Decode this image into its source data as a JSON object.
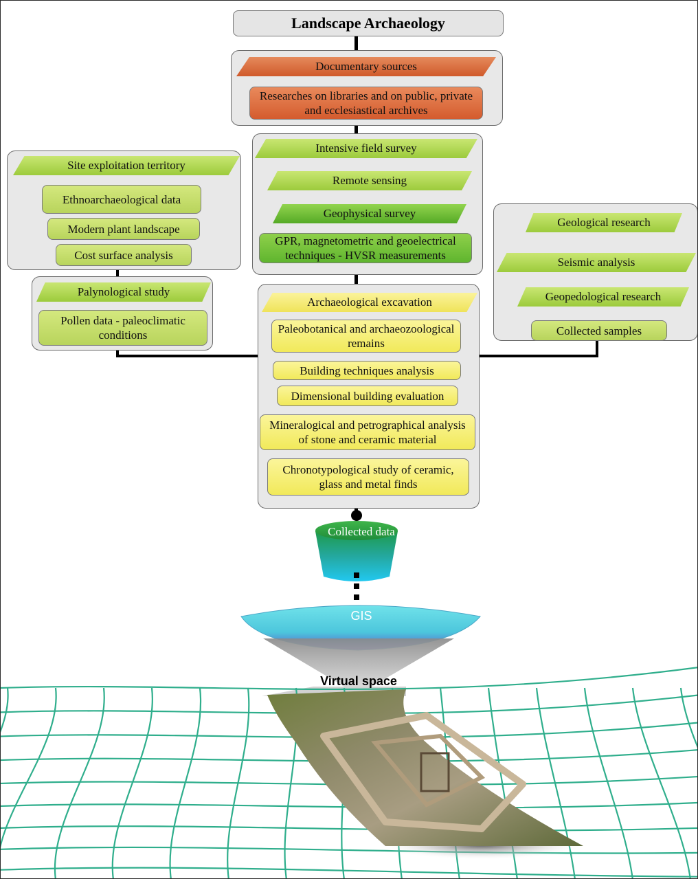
{
  "title": "Landscape Archaeology",
  "documentary": {
    "header": "Documentary sources",
    "box": "Researches on libraries and on public, private and ecclesiastical archives"
  },
  "field": {
    "survey": "Intensive field survey",
    "remote": "Remote sensing",
    "geophysical": "Geophysical survey",
    "techniques": "GPR, magnetometric and geoelectrical techniques - HVSR measurements"
  },
  "site": {
    "header": "Site exploitation territory",
    "items": [
      "Ethnoarchaeological data",
      "Modern plant landscape",
      "Cost surface analysis"
    ]
  },
  "palyno": {
    "header": "Palynological study",
    "box": "Pollen data - paleoclimatic conditions"
  },
  "geo": {
    "geological": "Geological research",
    "seismic": "Seismic analysis",
    "geopedological": "Geopedological research",
    "samples": "Collected samples"
  },
  "excavation": {
    "header": "Archaeological excavation",
    "items": [
      "Paleobotanical and archaeozoological remains",
      "Building techniques analysis",
      "Dimensional building evaluation",
      "Mineralogical and petrographical analysis of stone and ceramic material",
      "Chronotypological study of ceramic, glass and metal finds"
    ]
  },
  "collected": "Collected data",
  "gis": "GIS",
  "virtual": "Virtual space",
  "colors": {
    "orange": "#d45b2e",
    "green": "#b8d45c",
    "green_dark": "#5fb52e",
    "yellow": "#f1e95a",
    "grid": "#2fae8c",
    "panel": "#e8e8e8"
  }
}
